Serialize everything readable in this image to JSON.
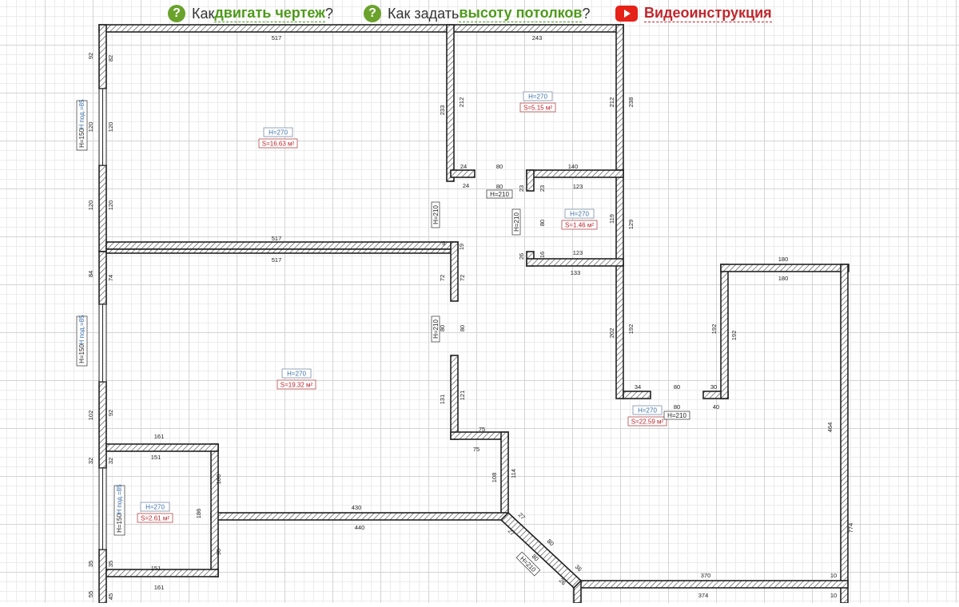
{
  "toolbar": {
    "help_move": {
      "prefix": "Как ",
      "keyword": "двигать чертеж",
      "suffix": "?"
    },
    "help_height": {
      "prefix": "Как задать ",
      "keyword": "высоту потолков",
      "suffix": "?"
    },
    "video_label": "Видеоинструкция"
  },
  "rooms": [
    {
      "height": "H=270",
      "area": "S=16.63 м²"
    },
    {
      "height": "H=270",
      "area": "S=5.15 м²"
    },
    {
      "height": "H=270",
      "area": "S=1.46 м²"
    },
    {
      "height": "H=270",
      "area": "S=19.32 м²"
    },
    {
      "height": "H=270",
      "area": "S=22.59 м²"
    },
    {
      "height": "H=270",
      "area": "S=2.61 м²"
    }
  ],
  "doors": [
    "H=210",
    "H=210",
    "H=210",
    "H=210",
    "H=210",
    "H=210"
  ],
  "windows": [
    {
      "height": "H=150",
      "sill": "H под.=85"
    },
    {
      "height": "H=150",
      "sill": "H под.=85"
    },
    {
      "height": "H=150",
      "sill": "H под.=85"
    }
  ],
  "dimensions": [
    "517",
    "243",
    "233",
    "212",
    "212",
    "238",
    "24",
    "80",
    "140",
    "24",
    "80",
    "23",
    "23",
    "123",
    "80",
    "119",
    "129",
    "517",
    "9",
    "19",
    "517",
    "26",
    "16",
    "123",
    "133",
    "84",
    "74",
    "72",
    "72",
    "80",
    "80",
    "120",
    "120",
    "120",
    "120",
    "92",
    "82",
    "92",
    "102",
    "32",
    "32",
    "35",
    "35",
    "55",
    "45",
    "161",
    "161",
    "151",
    "151",
    "106",
    "186",
    "90",
    "430",
    "440",
    "75",
    "75",
    "131",
    "121",
    "108",
    "114",
    "27",
    "27",
    "80",
    "80",
    "36",
    "26",
    "202",
    "192",
    "192",
    "192",
    "34",
    "80",
    "30",
    "80",
    "40",
    "180",
    "180",
    "464",
    "774",
    "370",
    "374",
    "10",
    "10"
  ]
}
